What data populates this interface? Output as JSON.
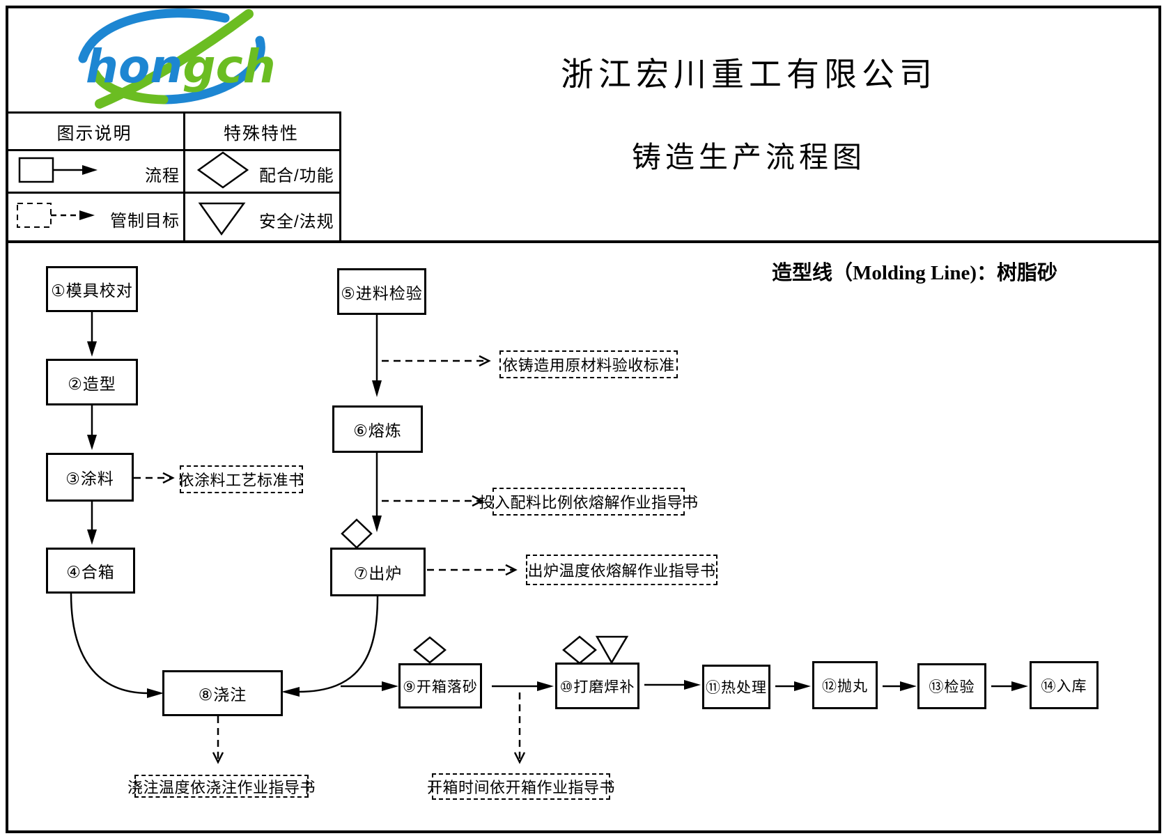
{
  "header": {
    "company_name": "浙江宏川重工有限公司",
    "doc_title": "铸造生产流程图",
    "molding_line_label": "造型线（Molding Line)：树脂砂"
  },
  "logo": {
    "text_blue": "hon",
    "text_green": "gch",
    "blue": "#1d86d2",
    "green": "#6bbd22"
  },
  "legend": {
    "col1_header": "图示说明",
    "col2_header": "特殊特性",
    "process_label": "流程",
    "control_target_label": "管制目标",
    "function_label": "配合/功能",
    "safety_label": "安全/法规"
  },
  "flow": {
    "steps": [
      {
        "label": "①模具校对"
      },
      {
        "label": "②造型"
      },
      {
        "label": "③涂料"
      },
      {
        "label": "④合箱"
      },
      {
        "label": "⑤进料检验"
      },
      {
        "label": "⑥熔炼"
      },
      {
        "label": "⑦出炉"
      },
      {
        "label": "⑧浇注"
      },
      {
        "label": "⑨开箱落砂"
      },
      {
        "label": "⑩打磨焊补"
      },
      {
        "label": "⑪热处理"
      },
      {
        "label": "⑫抛丸"
      },
      {
        "label": "⑬检验"
      },
      {
        "label": "⑭入库"
      }
    ],
    "controls": [
      {
        "label": "依涂料工艺标准书"
      },
      {
        "label": "依铸造用原材料验收标准"
      },
      {
        "label": "投入配料比例依熔解作业指导书"
      },
      {
        "label": "出炉温度依熔解作业指导书"
      },
      {
        "label": "浇注温度依浇注作业指导书"
      },
      {
        "label": "开箱时间依开箱作业指导书"
      }
    ]
  },
  "colors": {
    "line": "#000000",
    "background": "#ffffff"
  }
}
